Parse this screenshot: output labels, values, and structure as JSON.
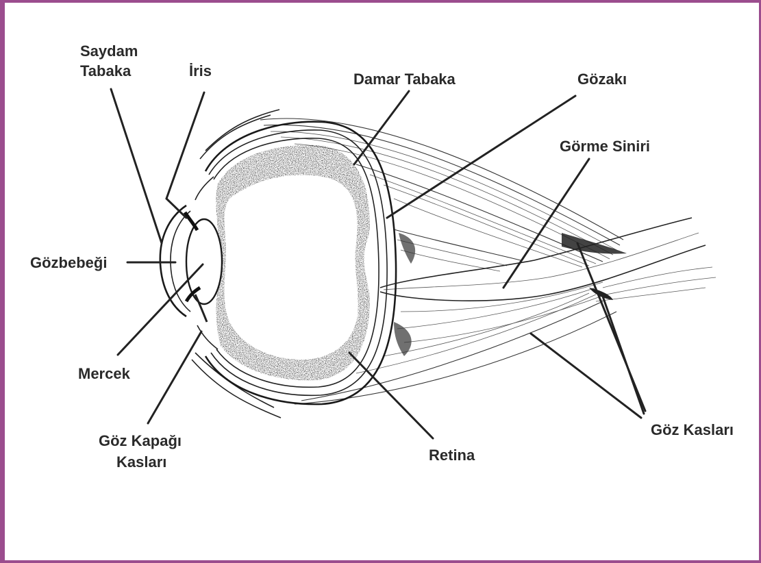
{
  "labels": {
    "saydam_tabaka_line1": "Saydam",
    "saydam_tabaka_line2": "Tabaka",
    "iris": "İris",
    "damar_tabaka": "Damar Tabaka",
    "gozaki": "Gözakı",
    "gorme_siniri": "Görme Siniri",
    "gozbebegi": "Gözbebeği",
    "mercek": "Mercek",
    "goz_kapagi_line1": "Göz Kapağı",
    "goz_kapagi_line2": "Kasları",
    "retina": "Retina",
    "goz_kaslari": "Göz Kasları"
  },
  "colors": {
    "frame": "#9b4d8e",
    "ink": "#222222",
    "label": "#2a2a2a"
  }
}
